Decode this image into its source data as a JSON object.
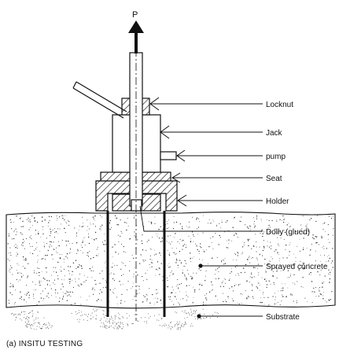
{
  "force_label": "P",
  "labels": {
    "locknut": "Locknut",
    "jack": "Jack",
    "pump": "pump",
    "seat": "Seat",
    "holder": "Holder",
    "dolly": "Dolly (glued)",
    "sprayed_concrete": "Sprayed concrete",
    "substrate": "Substrate"
  },
  "caption": "(a) INSITU TESTING"
}
